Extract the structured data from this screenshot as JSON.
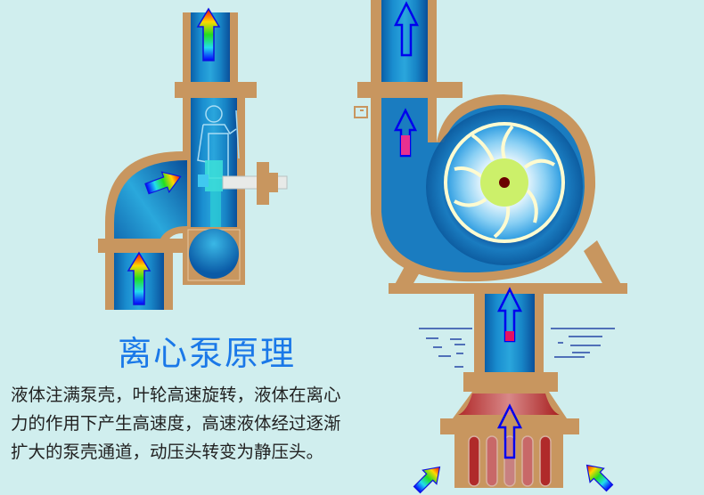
{
  "title": "离心泵原理",
  "description": {
    "lines": [
      "液体注满泵壳，叶轮高速旋转，液体在离心",
      "力的作用下产生高速度，高速液体经过逐渐",
      "扩大的泵壳通道，动压头转变为静压头。"
    ]
  },
  "colors": {
    "background": "#d0eeee",
    "casing": "#c8965f",
    "water_dark": "#0a4f9a",
    "water_mid": "#1f86c8",
    "water_light": "#4cc4e8",
    "impeller_hub": "#ccf06a",
    "impeller_blade": "#fffbd0",
    "shaft_center": "#6a0000",
    "title_blue": "#1a78e8",
    "arrow_outline": "#0000ee",
    "strainer_red": "#a83030"
  },
  "diagrams": {
    "left": "side-section-view",
    "right": "front-section-view"
  },
  "icons": {
    "flow_arrow_rainbow": "rainbow-up-arrow",
    "flow_arrow_outline": "blue-outline-up-arrow"
  }
}
